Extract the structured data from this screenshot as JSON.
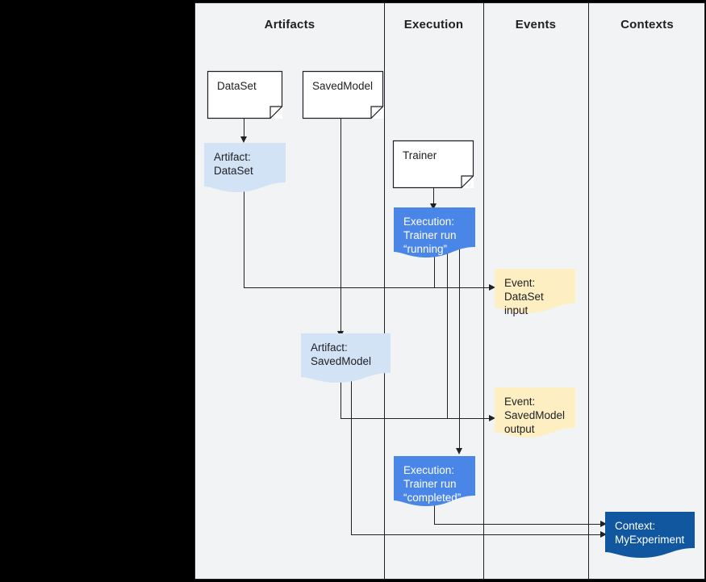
{
  "diagram": {
    "title": "ML Metadata swimlane diagram",
    "background": "#f1f3f4",
    "border_color": "#202124",
    "lanes": [
      {
        "id": "artifacts",
        "label": "Artifacts"
      },
      {
        "id": "execution",
        "label": "Execution"
      },
      {
        "id": "events",
        "label": "Events"
      },
      {
        "id": "contexts",
        "label": "Contexts"
      }
    ],
    "colors": {
      "artifact_fill": "#d2e3f5",
      "execution_fill": "#4a86e8",
      "event_fill": "#feefc3",
      "context_fill": "#10579f",
      "document_fill": "#ffffff",
      "stroke": "#202124",
      "light_text": "#ffffff",
      "dark_text": "#202124"
    },
    "nodes": {
      "doc_dataset": {
        "label": "DataSet",
        "kind": "document",
        "lane": "artifacts"
      },
      "doc_savedmodel": {
        "label": "SavedModel",
        "kind": "document",
        "lane": "artifacts"
      },
      "doc_trainer": {
        "label": "Trainer",
        "kind": "document",
        "lane": "execution"
      },
      "artifact_dataset": {
        "label": "Artifact:\nDataSet",
        "kind": "artifact",
        "lane": "artifacts"
      },
      "artifact_savedmodel": {
        "label": "Artifact:\nSavedModel",
        "kind": "artifact",
        "lane": "artifacts"
      },
      "execution_running": {
        "label": "Execution:\nTrainer run\n“running”",
        "kind": "execution",
        "lane": "execution"
      },
      "execution_completed": {
        "label": "Execution:\nTrainer run\n“completed”",
        "kind": "execution",
        "lane": "execution"
      },
      "event_dataset_input": {
        "label": "Event:\nDataSet input",
        "kind": "event",
        "lane": "events"
      },
      "event_savedmodel_output": {
        "label": "Event:\nSavedModel\noutput",
        "kind": "event",
        "lane": "events"
      },
      "context_myexperiment": {
        "label": "Context:\nMyExperiment",
        "kind": "context",
        "lane": "contexts"
      }
    }
  }
}
